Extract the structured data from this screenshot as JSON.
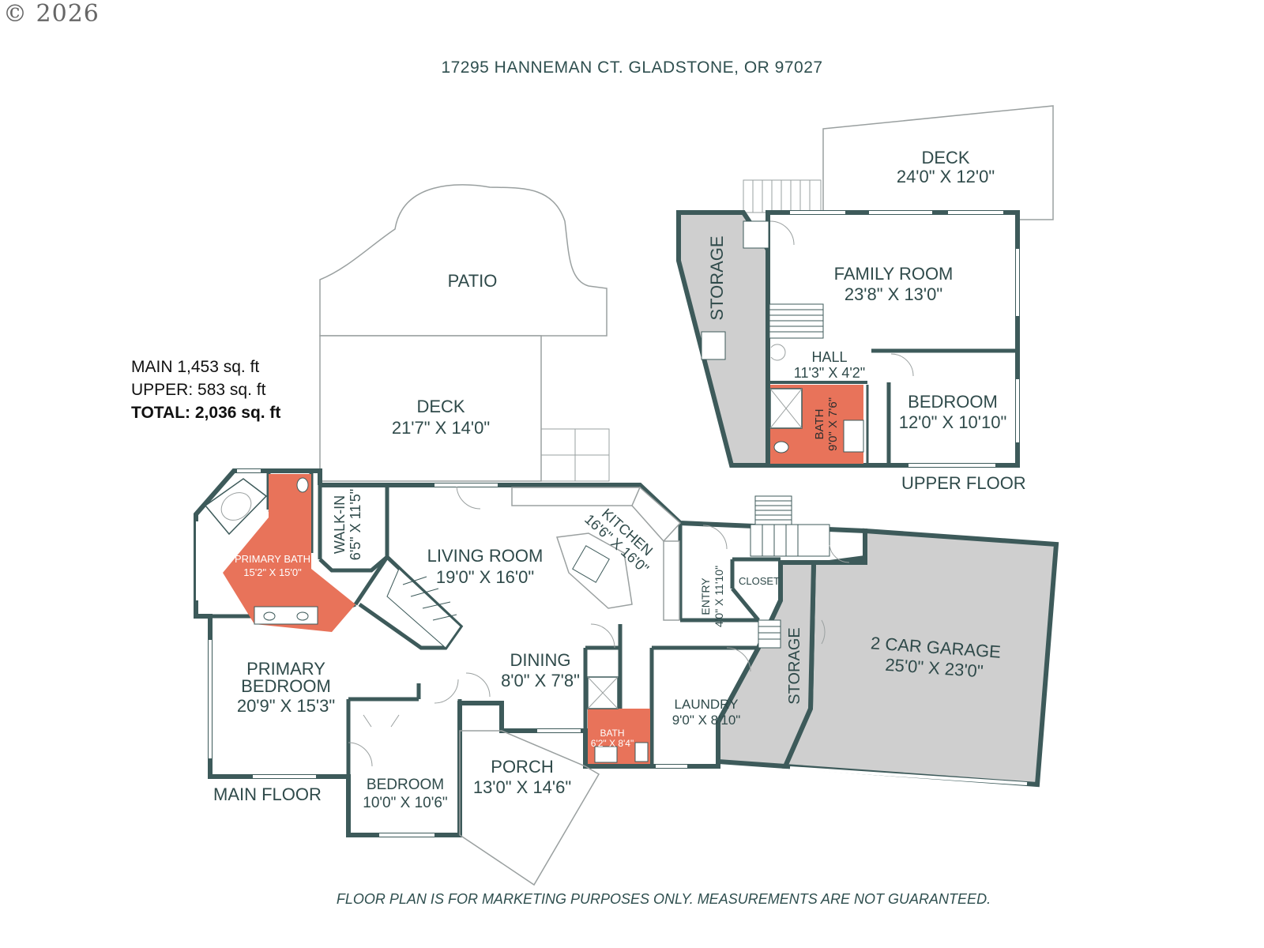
{
  "copyright": "© 2026",
  "address": "17295 HANNEMAN CT. GLADSTONE, OR 97027",
  "summary": {
    "main": "MAIN 1,453 sq. ft",
    "upper": "UPPER: 583 sq. ft",
    "total": "TOTAL: 2,036 sq. ft"
  },
  "disclaimer": "FLOOR PLAN IS FOR MARKETING PURPOSES ONLY. MEASUREMENTS ARE NOT GUARANTEED.",
  "floors": {
    "main": "MAIN FLOOR",
    "upper": "UPPER FLOOR"
  },
  "rooms": {
    "patio": {
      "name": "PATIO"
    },
    "deck_main": {
      "name": "DECK",
      "dims": "21'7\" X 14'0\""
    },
    "deck_upper": {
      "name": "DECK",
      "dims": "24'0\" X 12'0\""
    },
    "family_room": {
      "name": "FAMILY ROOM",
      "dims": "23'8\" X 13'0\""
    },
    "storage_upper": {
      "name": "STORAGE"
    },
    "hall": {
      "name": "HALL",
      "dims": "11'3\" X 4'2\""
    },
    "bath_upper": {
      "name": "BATH",
      "dims": "9'0\" X 7'6\""
    },
    "bedroom_upper": {
      "name": "BEDROOM",
      "dims": "12'0\" X 10'10\""
    },
    "primary_bath": {
      "name": "PRIMARY BATH",
      "dims": "15'2\" X 15'0\""
    },
    "walk_in": {
      "name": "WALK-IN",
      "dims": "6'5\" X 11'5\""
    },
    "living_room": {
      "name": "LIVING ROOM",
      "dims": "19'0\" X 16'0\""
    },
    "kitchen": {
      "name": "KITCHEN",
      "dims": "16'6\" X 16'0\""
    },
    "entry": {
      "name": "ENTRY",
      "dims": "4'0\" X 11'10\""
    },
    "closet": {
      "name": "CLOSET"
    },
    "garage": {
      "name": "2 CAR GARAGE",
      "dims": "25'0\" X 23'0\""
    },
    "storage_main": {
      "name": "STORAGE"
    },
    "primary_bedroom": {
      "line1": "PRIMARY",
      "line2": "BEDROOM",
      "dims": "20'9\" X 15'3\""
    },
    "dining": {
      "name": "DINING",
      "dims": "8'0\" X 7'8\""
    },
    "laundry": {
      "name": "LAUNDRY",
      "dims": "9'0\" X 8'10\""
    },
    "bath_main": {
      "name": "BATH",
      "dims": "6'2\" X 8'4\""
    },
    "bedroom_main": {
      "name": "BEDROOM",
      "dims": "10'0\" X 10'6\""
    },
    "porch": {
      "name": "PORCH",
      "dims": "13'0\" X 14'6\""
    }
  },
  "colors": {
    "wall": "#3d5a5a",
    "bath": "#e8735a",
    "storage": "#cfcfcf",
    "outline": "#9aa0a0"
  }
}
